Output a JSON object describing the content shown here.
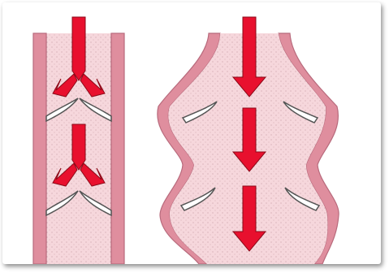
{
  "figure": {
    "panels": [
      {
        "id": "competent-valves",
        "valve_state": "closed",
        "flow_direction": "down-then-back"
      },
      {
        "id": "incompetent-valves",
        "valve_state": "open",
        "flow_direction": "down"
      }
    ]
  },
  "colors": {
    "vein_wall": "#df8e9e",
    "vein_wall_edge": "#b86a7c",
    "lumen": "#f6d7dc",
    "arrow": "#e8102e",
    "arrow_edge": "#8b0a18",
    "valve_leaflet": "#ffffff",
    "valve_outline": "#555555",
    "frame_shadow": "#7a7a7a"
  },
  "icons": [
    "flow-arrow-icon",
    "reflux-arrow-icon",
    "valve-leaflet-icon"
  ]
}
